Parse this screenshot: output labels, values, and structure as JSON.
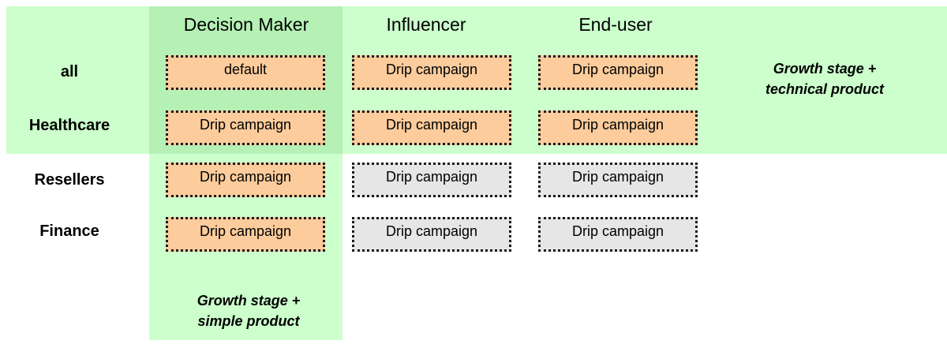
{
  "columns": [
    "Decision Maker",
    "Influencer",
    "End-user"
  ],
  "rows": [
    "all",
    "Healthcare",
    "Resellers",
    "Finance"
  ],
  "cells": [
    [
      {
        "label": "default",
        "status": "active"
      },
      {
        "label": "Drip campaign",
        "status": "active"
      },
      {
        "label": "Drip campaign",
        "status": "active"
      }
    ],
    [
      {
        "label": "Drip campaign",
        "status": "active"
      },
      {
        "label": "Drip campaign",
        "status": "active"
      },
      {
        "label": "Drip campaign",
        "status": "active"
      }
    ],
    [
      {
        "label": "Drip campaign",
        "status": "active"
      },
      {
        "label": "Drip campaign",
        "status": "inactive"
      },
      {
        "label": "Drip campaign",
        "status": "inactive"
      }
    ],
    [
      {
        "label": "Drip campaign",
        "status": "active"
      },
      {
        "label": "Drip campaign",
        "status": "inactive"
      },
      {
        "label": "Drip campaign",
        "status": "inactive"
      }
    ]
  ],
  "notes": {
    "horizontal": {
      "line1": "Growth stage +",
      "line2": "technical product"
    },
    "vertical": {
      "line1": "Growth stage +",
      "line2": "simple product"
    }
  },
  "colors": {
    "highlight_band": "#ccffcc",
    "band_overlap": "#b5f0b5",
    "active_cell": "#fccc9c",
    "inactive_cell": "#e6e6e6"
  }
}
